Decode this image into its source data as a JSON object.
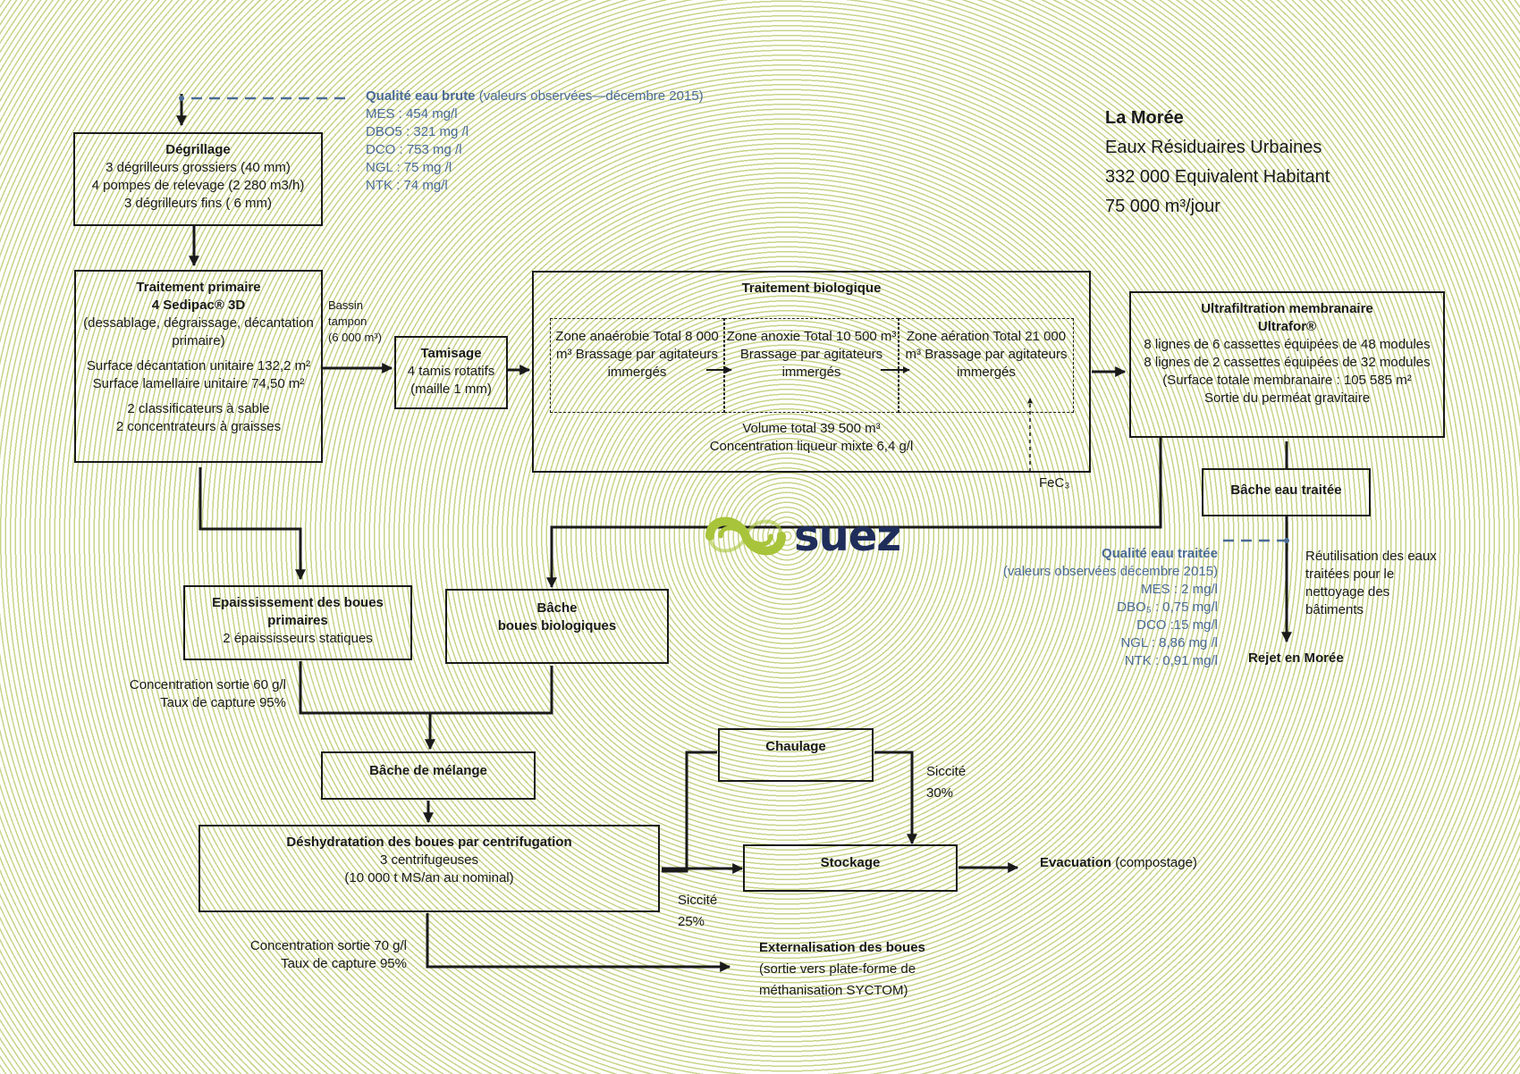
{
  "site": {
    "name": "La Morée",
    "type": "Eaux Résiduaires Urbaines",
    "capacity": "332 000 Equivalent Habitant",
    "flow": "75 000 m³/jour"
  },
  "raw_quality": {
    "title": "Qualité eau  brute",
    "note": "(valeurs observées—décembre 2015)",
    "lines": [
      "MES : 454 mg/l",
      "DBO5 : 321 mg /l",
      "DCO : 753 mg /l",
      "NGL : 75 mg /l",
      "NTK : 74 mg/l"
    ]
  },
  "degrillage": {
    "title": "Dégrillage",
    "lines": [
      "3 dégrilleurs grossiers (40 mm)",
      "4 pompes de relevage (2 280 m3/h)",
      "3 dégrilleurs fins ( 6 mm)"
    ]
  },
  "primary": {
    "title": "Traitement primaire",
    "subtitle": "4 Sedipac® 3D",
    "desc1": "(dessablage, dégraissage, décantation",
    "desc2": "primaire)",
    "surf1": "Surface décantation unitaire 132,2 m²",
    "surf2": "Surface lamellaire unitaire 74,50 m²",
    "equip1": "2 classificateurs à sable",
    "equip2": "2 concentrateurs à graisses"
  },
  "bassin": {
    "l1": "Bassin",
    "l2": "tampon",
    "l3": "(6 000 m³)"
  },
  "tamisage": {
    "title": "Tamisage",
    "l1": "4 tamis rotatifs",
    "l2": "(maille 1 mm)"
  },
  "bio": {
    "title": "Traitement biologique",
    "zones": [
      {
        "title": "Zone anaérobie",
        "vol": "Total 8 000 m³",
        "l1": "Brassage par agitateurs",
        "l2": "immergés"
      },
      {
        "title": "Zone anoxie",
        "vol": "Total 10 500 m³",
        "l1": "Brassage par agitateurs",
        "l2": "immergés"
      },
      {
        "title": "Zone aération",
        "vol": "Total 21 000 m³",
        "l1": "Brassage par agitateurs",
        "l2": "immergés"
      }
    ],
    "total": "Volume total 39 500 m³",
    "conc": "Concentration liqueur mixte 6,4 g/l",
    "reagent": "FeC₃"
  },
  "uf": {
    "title": "Ultrafiltration membranaire",
    "subtitle": "Ultrafor®",
    "l1": "8 lignes de 6 cassettes équipées de 48 modules",
    "l2": "8 lignes de 2 cassettes équipées de 32 modules",
    "l3": "(Surface totale membranaire : 105 585 m²",
    "l4": "Sortie du perméat gravitaire"
  },
  "bache_eau": {
    "title": "Bâche eau traitée"
  },
  "treated_quality": {
    "title": "Qualité eau traitée",
    "note": "(valeurs observées décembre 2015)",
    "lines": [
      "MES : 2 mg/l",
      "DBO₅ : 0,75 mg/l",
      "DCO :15 mg/l",
      "NGL : 8,86 mg /l",
      "NTK : 0,91 mg/l"
    ]
  },
  "reuse": {
    "l1": "Réutilisation des eaux",
    "l2": "traitées pour le",
    "l3": "nettoyage des",
    "l4": "bâtiments"
  },
  "rejet": "Rejet en Morée",
  "logo": {
    "brand": "suez",
    "color": "#a8c43a",
    "text_color": "#1e2d5a"
  },
  "epaississement": {
    "title1": "Epaississement des boues",
    "title2": "primaires",
    "l1": "2 épaississeurs statiques",
    "out1": "Concentration sortie 60 g/l",
    "out2": "Taux de capture 95%"
  },
  "bache_bio": {
    "l1": "Bâche",
    "l2": "boues biologiques"
  },
  "bache_mel": {
    "title": "Bâche de mélange"
  },
  "deshy": {
    "title": "Déshydratation des boues par centrifugation",
    "l1": "3 centrifugeuses",
    "l2": "(10 000 t MS/an au nominal)",
    "out1": "Concentration sortie 70 g/l",
    "out2": "Taux de capture 95%"
  },
  "siccite25": {
    "l1": "Siccité",
    "l2": "25%"
  },
  "chaulage": {
    "title": "Chaulage"
  },
  "siccite30": {
    "l1": "Siccité",
    "l2": "30%"
  },
  "stockage": {
    "title": "Stockage"
  },
  "evacuation": {
    "title": "Evacuation",
    "note": " (compostage)"
  },
  "external": {
    "title": "Externalisation des boues",
    "l1": "(sortie vers plate-forme de",
    "l2": "méthanisation SYCTOM)"
  }
}
